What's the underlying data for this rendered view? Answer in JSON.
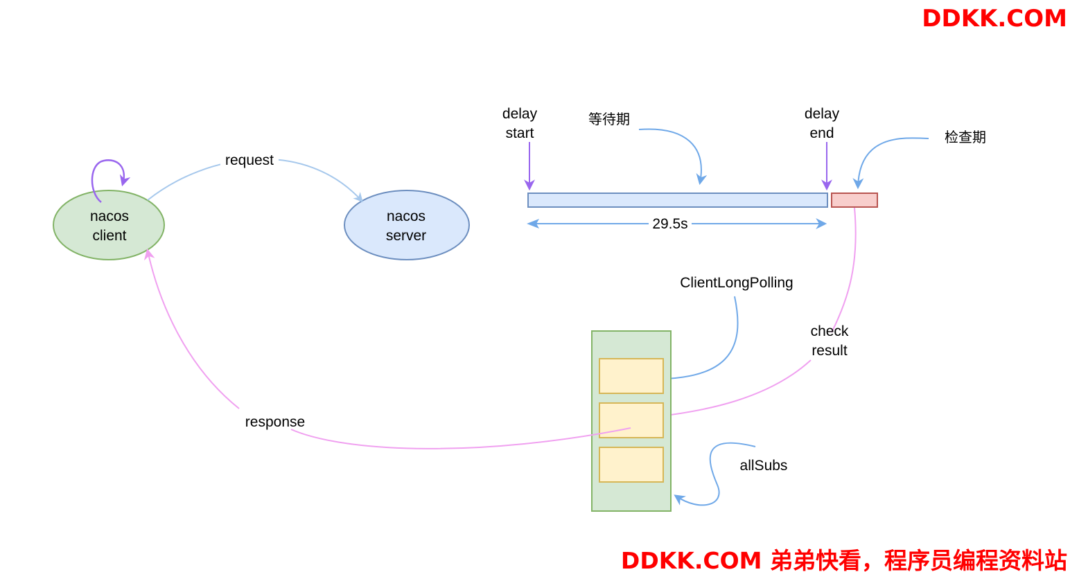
{
  "watermark_top": "DDKK.COM",
  "watermark_bottom": "DDKK.COM 弟弟快看，程序员编程资料站",
  "nodes": {
    "client": {
      "line1": "nacos",
      "line2": "client",
      "fill": "#d5e8d4",
      "stroke": "#82b366"
    },
    "server": {
      "line1": "nacos",
      "line2": "server",
      "fill": "#dae8fc",
      "stroke": "#6c8ebf"
    }
  },
  "edges": {
    "request": "request",
    "response": "response",
    "check_result": {
      "line1": "check",
      "line2": "result"
    }
  },
  "timeline": {
    "delay_start": {
      "line1": "delay",
      "line2": "start"
    },
    "delay_end": {
      "line1": "delay",
      "line2": "end"
    },
    "waiting_period": "等待期",
    "check_period": "检查期",
    "duration": "29.5s"
  },
  "queue": {
    "client_long_polling": "ClientLongPolling",
    "all_subs": "allSubs"
  },
  "colors": {
    "watermark": "#ff0000",
    "request_arrow": "#a6c8ec",
    "blue_arrow": "#6fa8e8",
    "purple_arrow": "#9966ee",
    "pink_arrow": "#f0a0f0",
    "wait_bar_fill": "#dae8fc",
    "check_bar_fill": "#f8cecc",
    "check_bar_stroke": "#b85450",
    "container_fill": "#d5e8d4",
    "slot_fill": "#fff2cc",
    "slot_stroke": "#d6b656"
  }
}
